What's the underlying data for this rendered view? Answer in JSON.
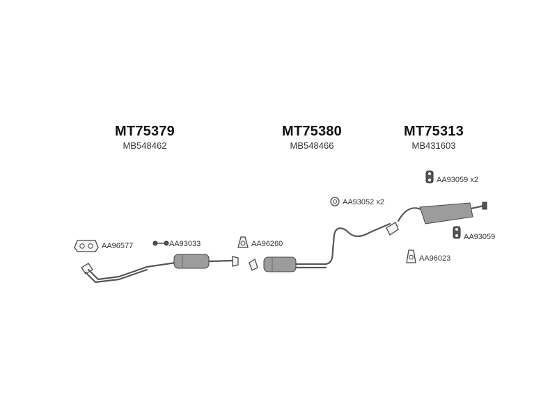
{
  "sections": [
    {
      "part_number": "MT75379",
      "oem_number": "MB548462"
    },
    {
      "part_number": "MT75380",
      "oem_number": "MB548466"
    },
    {
      "part_number": "MT75313",
      "oem_number": "MB431603"
    }
  ],
  "components": [
    {
      "code": "AA96577",
      "icon": "gasket-icon"
    },
    {
      "code": "AA93033",
      "icon": "bolt-chain-icon"
    },
    {
      "code": "AA96260",
      "icon": "gasket-icon"
    },
    {
      "code": "AA93052 x2",
      "icon": "rubber-ring-icon"
    },
    {
      "code": "AA93059 x2",
      "icon": "rubber-hanger-icon"
    },
    {
      "code": "AA93059",
      "icon": "rubber-hanger-icon"
    },
    {
      "code": "AA96023",
      "icon": "gasket-icon"
    }
  ]
}
